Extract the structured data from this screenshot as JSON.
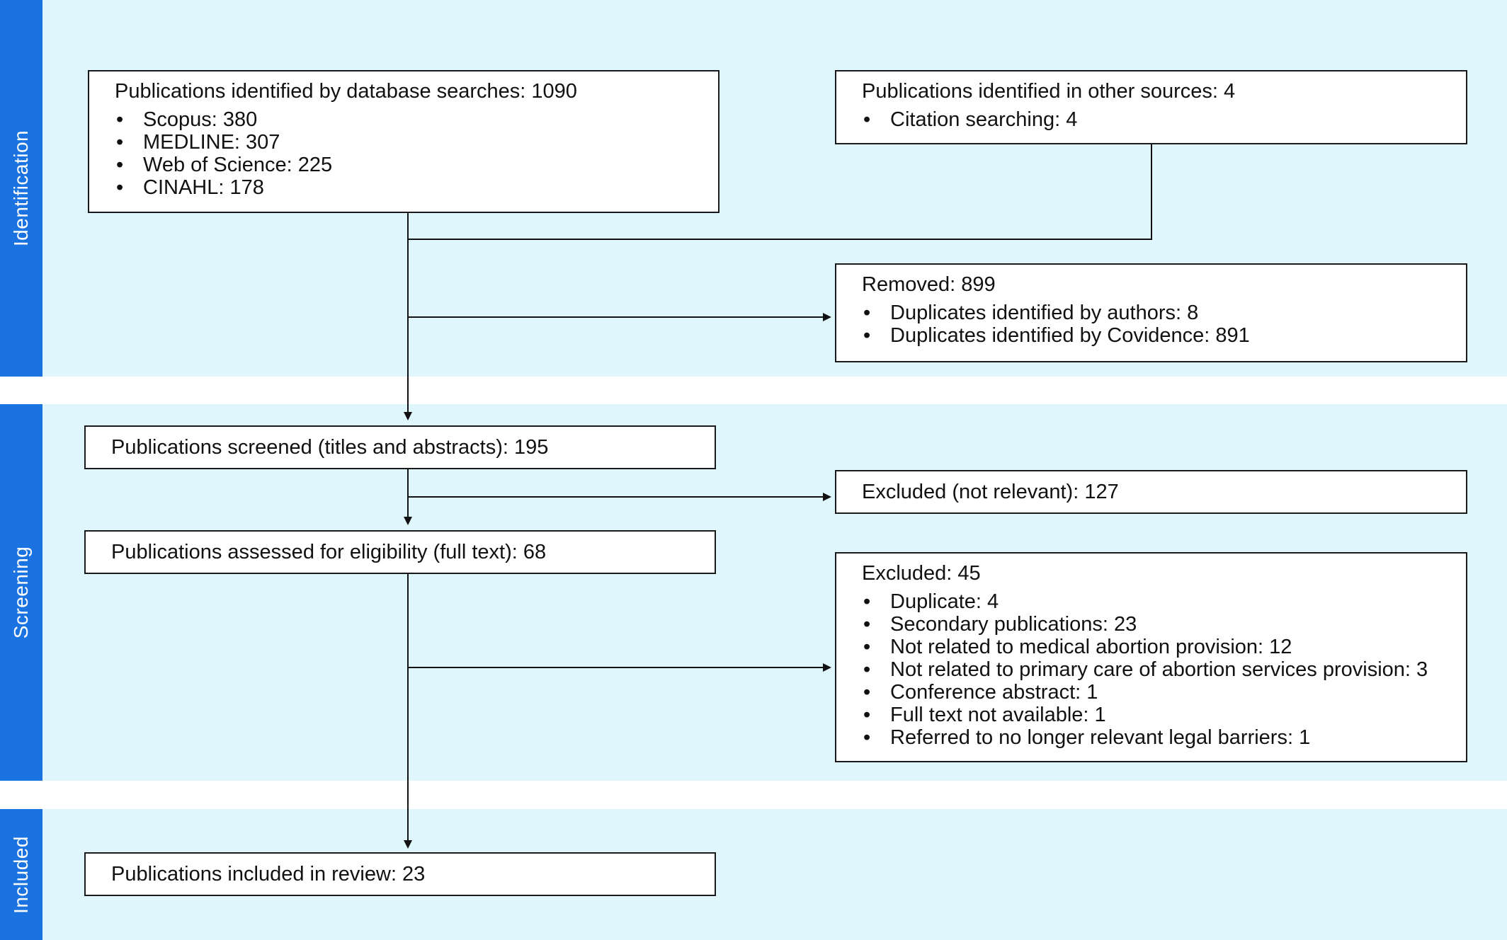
{
  "bands": {
    "identification": "Identification",
    "screening": "Screening",
    "included": "Included"
  },
  "boxes": {
    "database_searches": {
      "title": "Publications identified by database searches: 1090",
      "items": [
        "Scopus: 380",
        "MEDLINE: 307",
        "Web of Science: 225",
        "CINAHL: 178"
      ]
    },
    "other_sources": {
      "title": "Publications identified in other sources: 4",
      "items": [
        "Citation searching: 4"
      ]
    },
    "removed": {
      "title": "Removed: 899",
      "items": [
        "Duplicates identified by authors: 8",
        "Duplicates identified by Covidence: 891"
      ]
    },
    "screened": {
      "title": "Publications screened (titles and abstracts): 195"
    },
    "excluded_not_relevant": {
      "title": "Excluded (not relevant): 127"
    },
    "assessed": {
      "title": "Publications assessed for eligibility (full text): 68"
    },
    "excluded_full_text": {
      "title": "Excluded: 45",
      "items": [
        "Duplicate: 4",
        "Secondary publications: 23",
        "Not related to medical abortion provision: 12",
        "Not related to primary care of abortion services provision: 3",
        "Conference abstract: 1",
        "Full text not available: 1",
        "Referred to no longer relevant legal barriers: 1"
      ]
    },
    "included": {
      "title": "Publications included in review: 23"
    }
  },
  "colors": {
    "band_background": "#dff7fc",
    "band_label": "#1a73e0",
    "box_border": "#1a1a1a",
    "connector": "#111111"
  }
}
